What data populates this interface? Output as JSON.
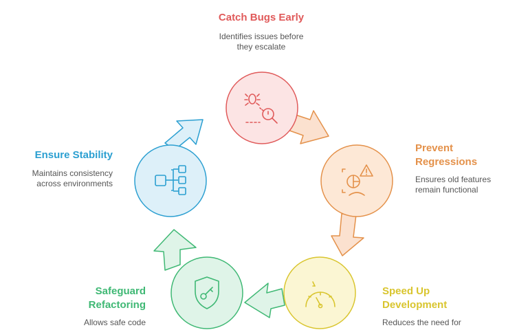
{
  "colors": {
    "red": "#e05a5a",
    "orange": "#e4914a",
    "yellow": "#d9c52e",
    "green": "#3fb874",
    "blue": "#2b9fd1",
    "text_gray": "#555555"
  },
  "stages": [
    {
      "title": "Catch Bugs Early",
      "desc_lines": [
        "Identifies issues before",
        "they escalate"
      ],
      "color": "#e05a5a",
      "fill": "#fce4e4",
      "icon": "bug-magnifier-icon"
    },
    {
      "title_lines": [
        "Prevent",
        "Regressions"
      ],
      "desc_lines": [
        "Ensures old features",
        "remain functional"
      ],
      "color": "#e4914a",
      "fill": "#fde8d6",
      "icon": "chart-warning-icon"
    },
    {
      "title_lines": [
        "Speed Up",
        "Development"
      ],
      "desc_lines": [
        "Reduces the need for"
      ],
      "color": "#d9c52e",
      "fill": "#fbf6d3",
      "icon": "speedometer-icon"
    },
    {
      "title_lines": [
        "Safeguard",
        "Refactoring"
      ],
      "desc_lines": [
        "Allows safe code"
      ],
      "color": "#3fb874",
      "fill": "#dff4e8",
      "icon": "shield-key-icon"
    },
    {
      "title": "Ensure Stability",
      "desc_lines": [
        "Maintains consistency",
        "across environments"
      ],
      "color": "#2b9fd1",
      "fill": "#ddf0f9",
      "icon": "network-nodes-icon"
    }
  ]
}
